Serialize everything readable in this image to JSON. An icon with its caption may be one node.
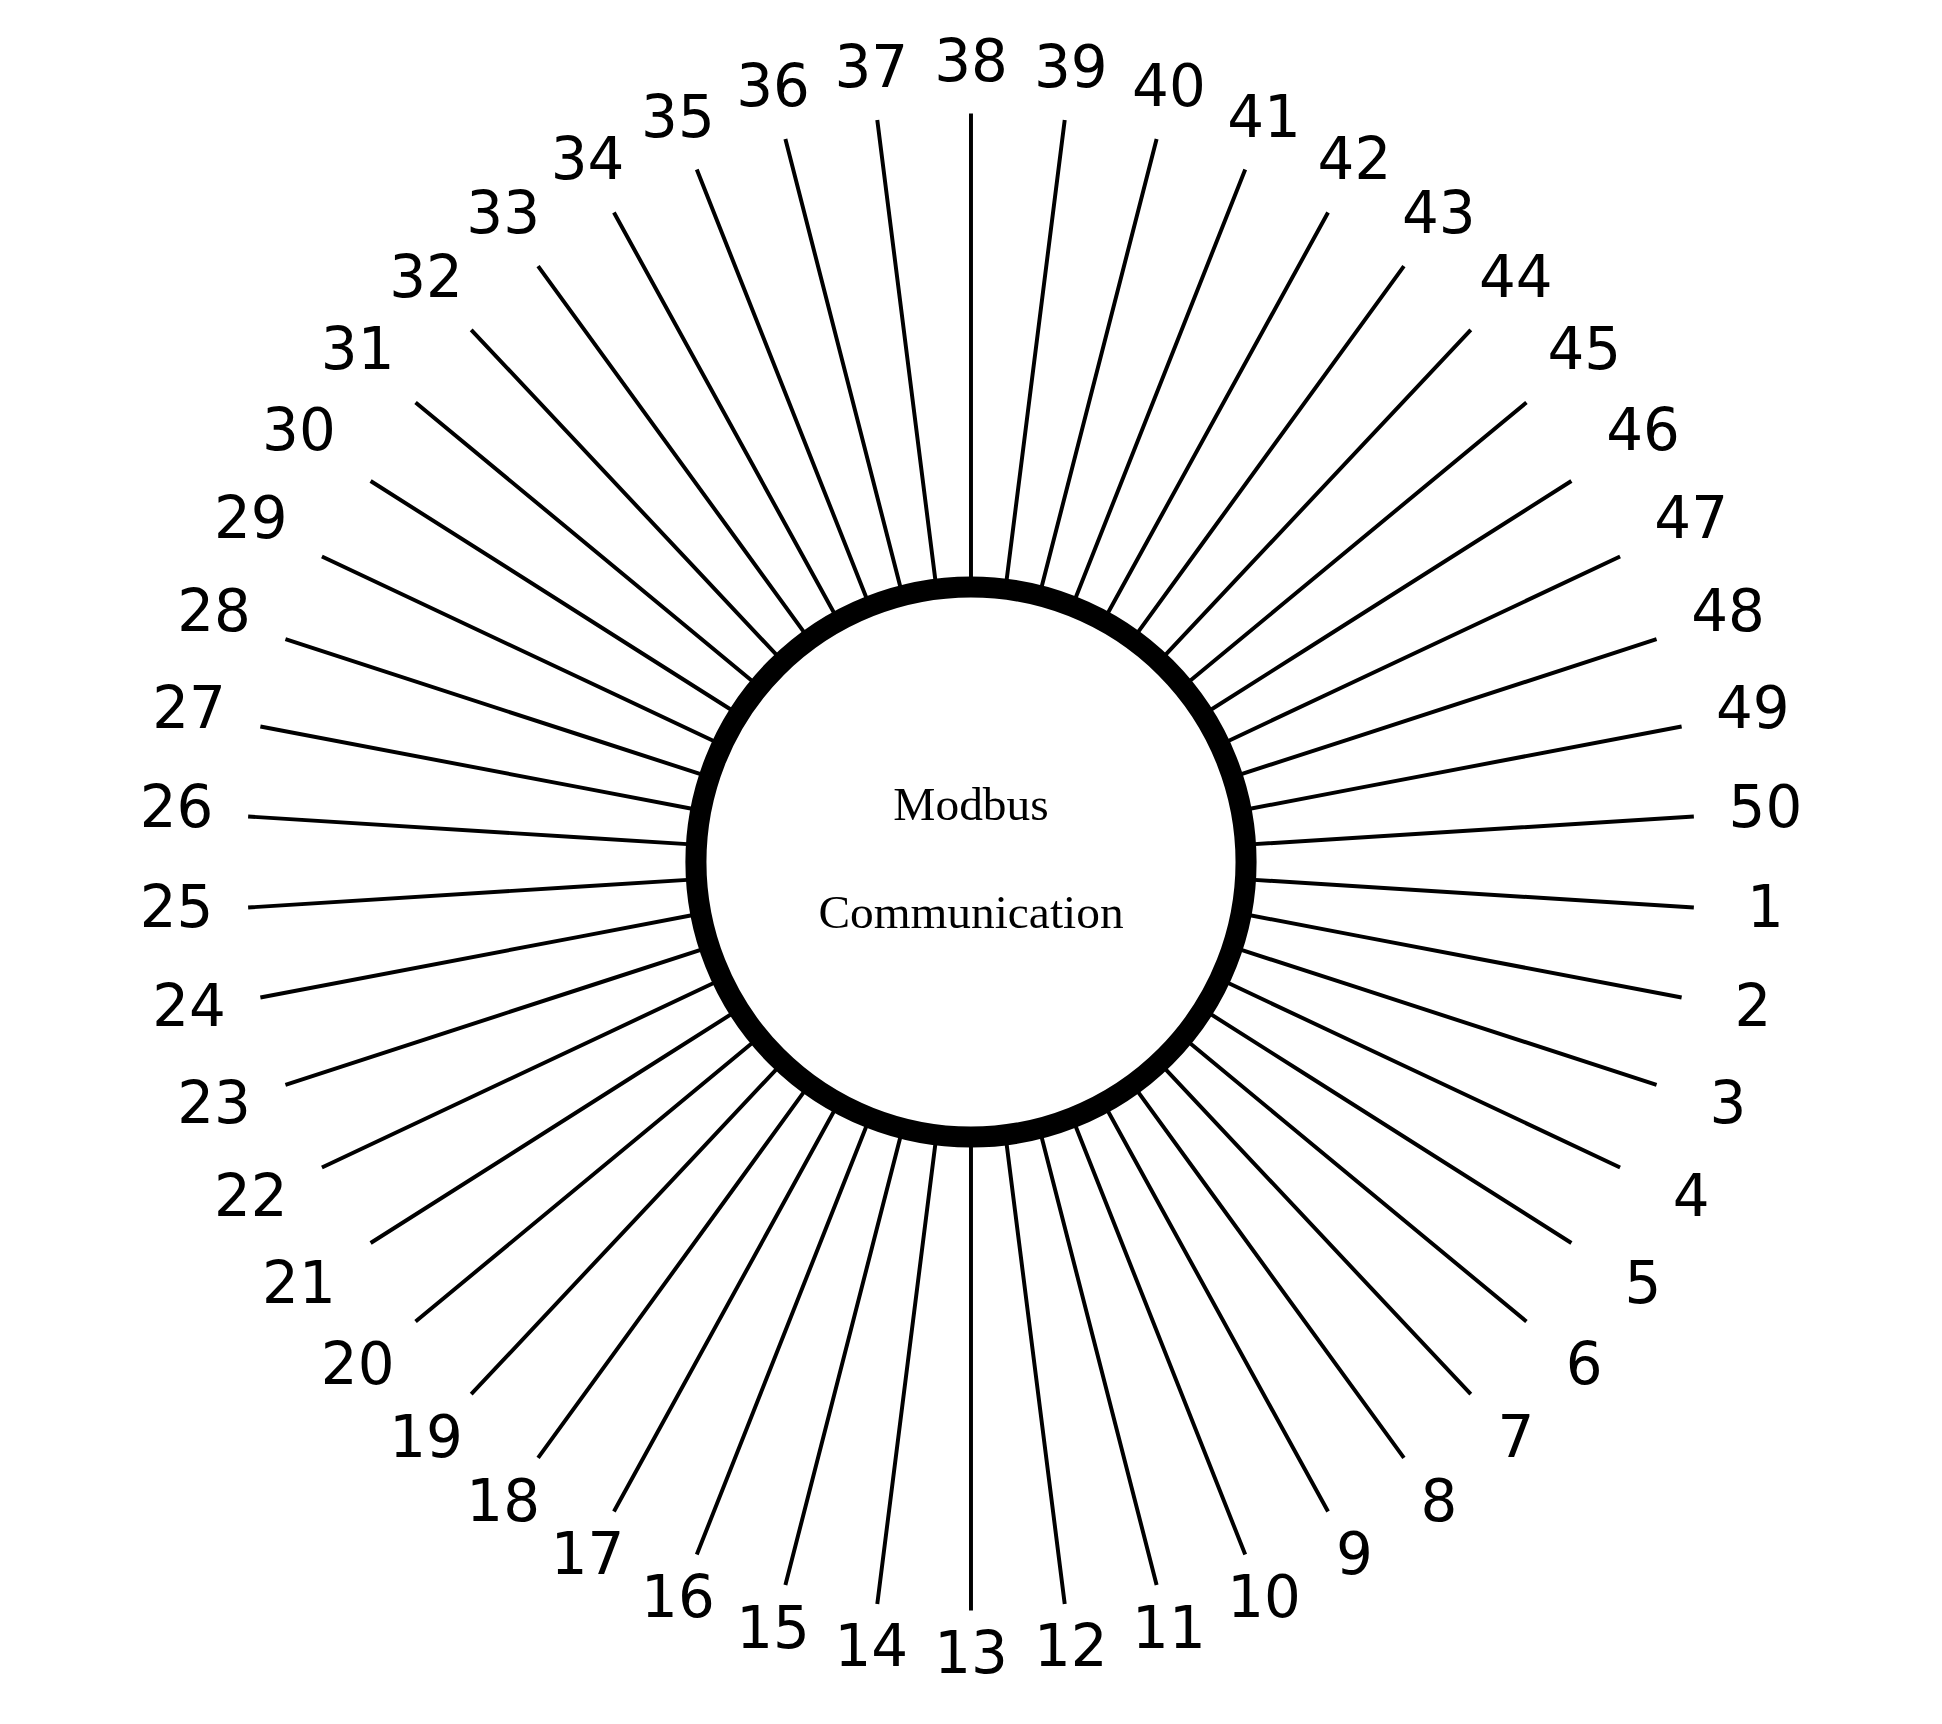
{
  "diagram": {
    "nodes": [
      {
        "text": [
          "Modbus Communication"
        ]
      },
      {
        "text": [
          "1"
        ]
      },
      {
        "text": [
          "2"
        ]
      },
      {
        "text": [
          "3"
        ]
      },
      {
        "text": [
          "4"
        ]
      },
      {
        "text": [
          "5"
        ]
      },
      {
        "text": [
          "6"
        ]
      },
      {
        "text": [
          "7"
        ]
      },
      {
        "text": [
          "8"
        ]
      },
      {
        "text": [
          "9"
        ]
      },
      {
        "text": [
          "10"
        ]
      },
      {
        "text": [
          "11"
        ]
      },
      {
        "text": [
          "12"
        ]
      },
      {
        "text": [
          "13"
        ]
      },
      {
        "text": [
          "14"
        ]
      },
      {
        "text": [
          "15"
        ]
      },
      {
        "text": [
          "16"
        ]
      },
      {
        "text": [
          "17"
        ]
      },
      {
        "text": [
          "18"
        ]
      },
      {
        "text": [
          "19"
        ]
      },
      {
        "text": [
          "20"
        ]
      },
      {
        "text": [
          "21"
        ]
      },
      {
        "text": [
          "22"
        ]
      },
      {
        "text": [
          "23"
        ]
      },
      {
        "text": [
          "24"
        ]
      },
      {
        "text": [
          "25"
        ]
      },
      {
        "text": [
          "26"
        ]
      },
      {
        "text": [
          "27"
        ]
      },
      {
        "text": [
          "28"
        ]
      },
      {
        "text": [
          "29"
        ]
      },
      {
        "text": [
          "30"
        ]
      },
      {
        "text": [
          "31"
        ]
      },
      {
        "text": [
          "32"
        ]
      },
      {
        "text": [
          "33"
        ]
      },
      {
        "text": [
          "34"
        ]
      },
      {
        "text": [
          "35"
        ]
      },
      {
        "text": [
          "36"
        ]
      },
      {
        "text": [
          "37"
        ]
      },
      {
        "text": [
          "38"
        ]
      },
      {
        "text": [
          "39"
        ]
      },
      {
        "text": [
          "40"
        ]
      },
      {
        "text": [
          "41"
        ]
      },
      {
        "text": [
          "42"
        ]
      },
      {
        "text": [
          "43"
        ]
      },
      {
        "text": [
          "44"
        ]
      },
      {
        "text": [
          "45"
        ]
      },
      {
        "text": [
          "46"
        ]
      },
      {
        "text": [
          "47"
        ]
      },
      {
        "text": [
          "48"
        ]
      },
      {
        "text": [
          "49"
        ]
      },
      {
        "text": [
          "50"
        ]
      }
    ],
    "edges": [
      {
        "from": 0,
        "to": 1,
        "arrow": "none"
      },
      {
        "from": 0,
        "to": 2,
        "arrow": "none"
      },
      {
        "from": 0,
        "to": 3,
        "arrow": "none"
      },
      {
        "from": 0,
        "to": 4,
        "arrow": "none"
      },
      {
        "from": 0,
        "to": 5,
        "arrow": "none"
      },
      {
        "from": 0,
        "to": 6,
        "arrow": "none"
      },
      {
        "from": 0,
        "to": 7,
        "arrow": "none"
      },
      {
        "from": 0,
        "to": 8,
        "arrow": "none"
      },
      {
        "from": 0,
        "to": 9,
        "arrow": "none"
      },
      {
        "from": 0,
        "to": 10,
        "arrow": "none"
      },
      {
        "from": 0,
        "to": 11,
        "arrow": "none"
      },
      {
        "from": 0,
        "to": 12,
        "arrow": "none"
      },
      {
        "from": 0,
        "to": 13,
        "arrow": "none"
      },
      {
        "from": 0,
        "to": 14,
        "arrow": "none"
      },
      {
        "from": 0,
        "to": 15,
        "arrow": "none"
      },
      {
        "from": 0,
        "to": 16,
        "arrow": "none"
      },
      {
        "from": 0,
        "to": 17,
        "arrow": "none"
      },
      {
        "from": 0,
        "to": 18,
        "arrow": "none"
      },
      {
        "from": 0,
        "to": 19,
        "arrow": "none"
      },
      {
        "from": 0,
        "to": 20,
        "arrow": "none"
      },
      {
        "from": 0,
        "to": 21,
        "arrow": "none"
      },
      {
        "from": 0,
        "to": 22,
        "arrow": "none"
      },
      {
        "from": 0,
        "to": 23,
        "arrow": "none"
      },
      {
        "from": 0,
        "to": 24,
        "arrow": "none"
      },
      {
        "from": 0,
        "to": 25,
        "arrow": "none"
      },
      {
        "from": 0,
        "to": 26,
        "arrow": "none"
      },
      {
        "from": 0,
        "to": 27,
        "arrow": "none"
      },
      {
        "from": 0,
        "to": 28,
        "arrow": "none"
      },
      {
        "from": 0,
        "to": 29,
        "arrow": "none"
      },
      {
        "from": 0,
        "to": 30,
        "arrow": "none"
      },
      {
        "from": 0,
        "to": 31,
        "arrow": "none"
      },
      {
        "from": 0,
        "to": 32,
        "arrow": "none"
      },
      {
        "from": 0,
        "to": 33,
        "arrow": "none"
      },
      {
        "from": 0,
        "to": 34,
        "arrow": "none"
      },
      {
        "from": 0,
        "to": 35,
        "arrow": "none"
      },
      {
        "from": 0,
        "to": 36,
        "arrow": "none"
      },
      {
        "from": 0,
        "to": 37,
        "arrow": "none"
      },
      {
        "from": 0,
        "to": 38,
        "arrow": "none"
      },
      {
        "from": 0,
        "to": 39,
        "arrow": "none"
      },
      {
        "from": 0,
        "to": 40,
        "arrow": "none"
      },
      {
        "from": 0,
        "to": 41,
        "arrow": "none"
      },
      {
        "from": 0,
        "to": 42,
        "arrow": "none"
      },
      {
        "from": 0,
        "to": 43,
        "arrow": "none"
      },
      {
        "from": 0,
        "to": 44,
        "arrow": "none"
      },
      {
        "from": 0,
        "to": 45,
        "arrow": "none"
      },
      {
        "from": 0,
        "to": 46,
        "arrow": "none"
      },
      {
        "from": 0,
        "to": 47,
        "arrow": "none"
      },
      {
        "from": 0,
        "to": 48,
        "arrow": "none"
      },
      {
        "from": 0,
        "to": 49,
        "arrow": "none"
      },
      {
        "from": 0,
        "to": 50,
        "arrow": "none"
      }
    ]
  }
}
